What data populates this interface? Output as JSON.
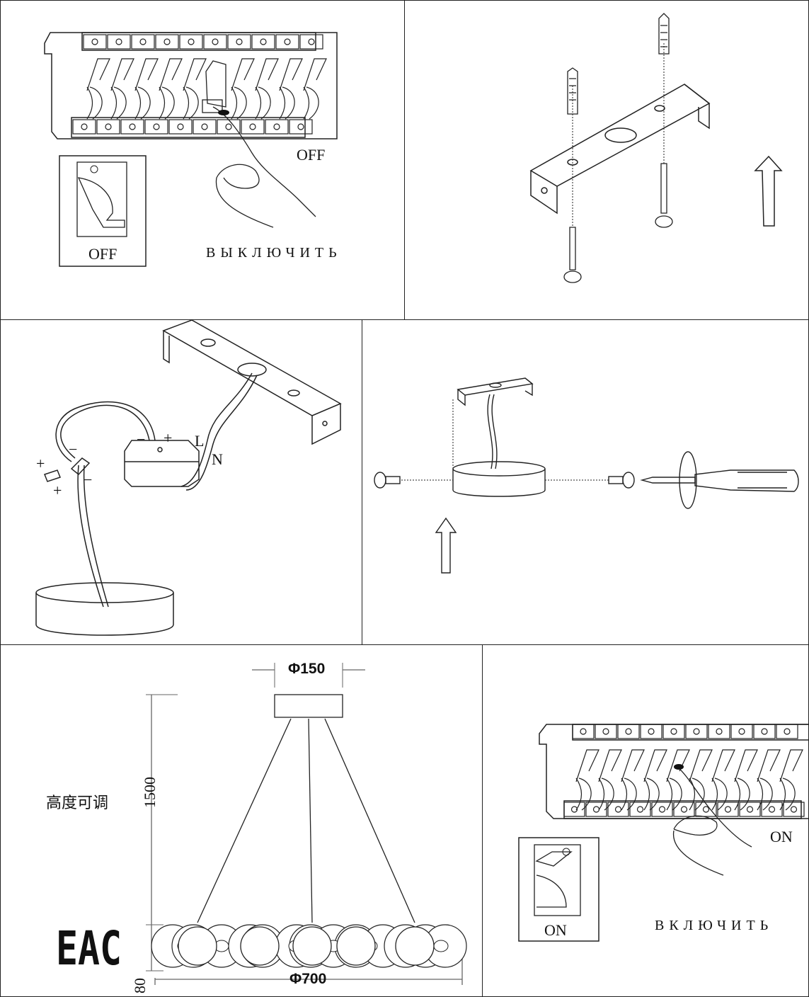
{
  "panels": {
    "off": {
      "off_label_switch": "OFF",
      "off_label_hand": "OFF",
      "caption": "ВЫКЛЮЧИТЬ"
    },
    "bracket": {},
    "wiring": {
      "plus_1": "+",
      "minus_1": "−",
      "plus_2": "+",
      "minus_2": "−",
      "driver_minus": "−",
      "driver_plus": "+",
      "live": "L",
      "neutral": "N"
    },
    "mount": {},
    "dimensions": {
      "canopy_diameter": "Φ150",
      "height": "1500",
      "ring_diameter": "Φ700",
      "ring_height": "80",
      "note": "高度可调",
      "certification": "EAC"
    },
    "on": {
      "on_label_hand": "ON",
      "on_label_switch": "ON",
      "caption": "ВКЛЮЧИТЬ"
    }
  },
  "colors": {
    "line": "#222222",
    "fill": "#ffffff",
    "hatch": "#555555"
  }
}
